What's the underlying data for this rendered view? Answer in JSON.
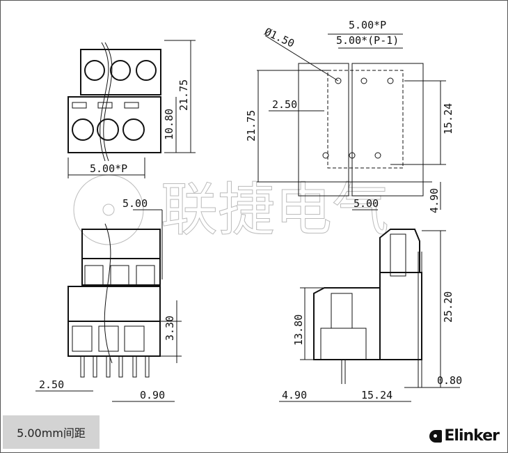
{
  "watermark": "联捷电气",
  "top_left_view": {
    "height_total": "21.75",
    "height_lower": "10.80",
    "pitch": "5.00*P"
  },
  "top_right_view": {
    "pitch": "5.00*P",
    "pitch_n_minus_1": "5.00*(P-1)",
    "hole_dia": "Ø1.50",
    "offset": "2.50",
    "height": "21.75",
    "row_spacing": "15.24",
    "pin_pitch": "5.00",
    "edge": "4.90"
  },
  "bottom_left_view": {
    "pitch": "5.00",
    "pin_height": "3.30",
    "pin_spacing": "2.50",
    "pin_width": "0.90"
  },
  "bottom_right_view": {
    "lower_height": "13.80",
    "total_height": "25.20",
    "pin_thickness": "0.80",
    "front_offset": "4.90",
    "row_spacing": "15.24"
  },
  "caption": "5.00mm间距",
  "brand": "Elinker"
}
